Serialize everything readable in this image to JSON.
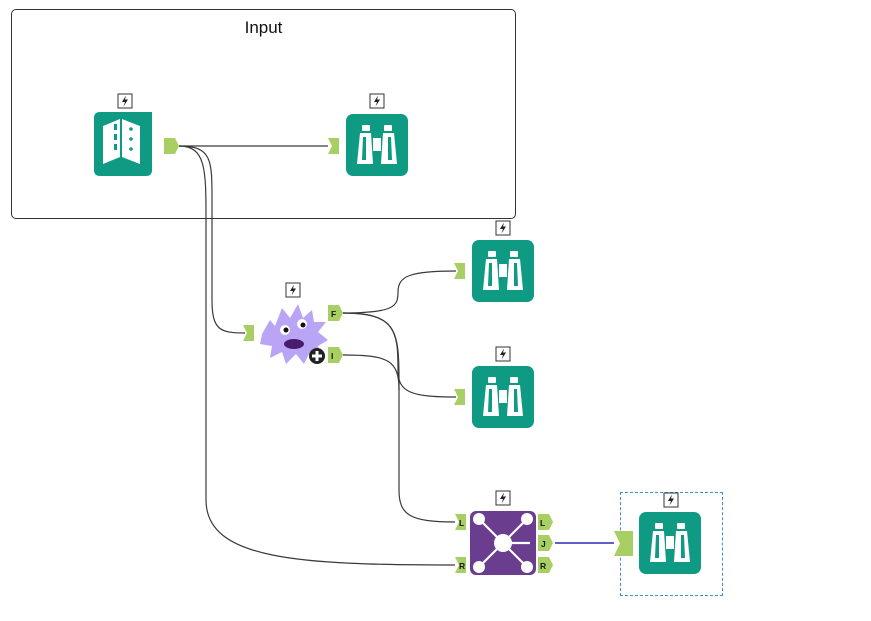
{
  "container": {
    "title": "Input"
  },
  "tools": [
    {
      "id": "input-data",
      "icon": "book-icon",
      "color": "#0f9a84",
      "outputs": [
        ""
      ]
    },
    {
      "id": "browse-1",
      "icon": "binoculars-icon",
      "color": "#0f9a84"
    },
    {
      "id": "filter-monster",
      "icon": "monster-icon",
      "color": "#b9a4f5",
      "outputs": [
        "F",
        "I"
      ]
    },
    {
      "id": "browse-2",
      "icon": "binoculars-icon",
      "color": "#0f9a84"
    },
    {
      "id": "browse-3",
      "icon": "binoculars-icon",
      "color": "#0f9a84"
    },
    {
      "id": "join",
      "icon": "join-hub-icon",
      "color": "#6b3d8f",
      "inputs": [
        "L",
        "R"
      ],
      "outputs": [
        "L",
        "J",
        "R"
      ]
    },
    {
      "id": "browse-4",
      "icon": "binoculars-icon",
      "color": "#0f9a84",
      "selected": true
    }
  ],
  "colors": {
    "tool_teal": "#0f9a84",
    "connector_green": "#a8cf63",
    "wire": "#3a3a3a",
    "selected_wire": "#2b2bb8",
    "join_purple": "#6b3d8f",
    "monster_purple": "#b9a4f5",
    "selection_dash": "#3b8fd6"
  },
  "anchors": {
    "filter_true": "F",
    "filter_false": "I",
    "join_left_in": "L",
    "join_right_in": "R",
    "join_left_out": "L",
    "join_join_out": "J",
    "join_right_out": "R"
  }
}
